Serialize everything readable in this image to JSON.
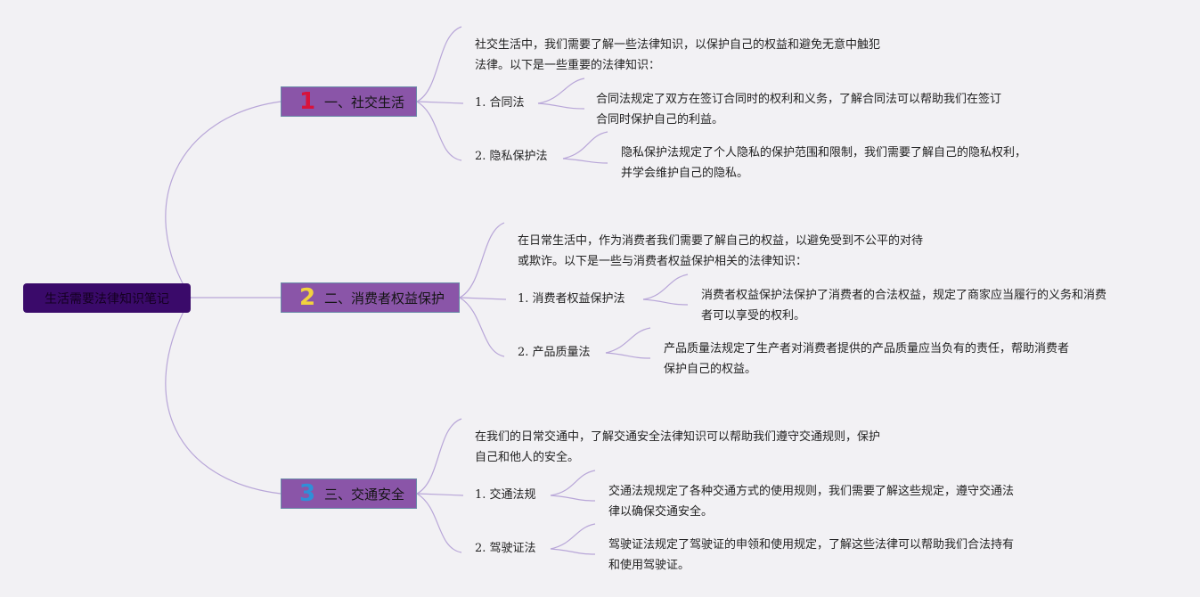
{
  "root": {
    "title": "生活需要法律知识笔记"
  },
  "colors": {
    "root_bg": "#3a0a6a",
    "section_bg": "#8a55a8",
    "line": "#b8a6d8",
    "num1": "#d8133c",
    "num2": "#f2d23e",
    "num3": "#2f8fd8"
  },
  "sections": [
    {
      "number": "1",
      "title": "一、社交生活",
      "intro": [
        "社交生活中，我们需要了解一些法律知识，以保护自己的权益和避免无意中触犯",
        "法律。以下是一些重要的法律知识："
      ],
      "items": [
        {
          "label": "1. 合同法",
          "desc": [
            "合同法规定了双方在签订合同时的权利和义务，了解合同法可以帮助我们在签订",
            "合同时保护自己的利益。"
          ]
        },
        {
          "label": "2. 隐私保护法",
          "desc": [
            "隐私保护法规定了个人隐私的保护范围和限制，我们需要了解自己的隐私权利，",
            "并学会维护自己的隐私。"
          ]
        }
      ]
    },
    {
      "number": "2",
      "title": "二、消费者权益保护",
      "intro": [
        "在日常生活中，作为消费者我们需要了解自己的权益，以避免受到不公平的对待",
        "或欺诈。以下是一些与消费者权益保护相关的法律知识："
      ],
      "items": [
        {
          "label": "1. 消费者权益保护法",
          "desc": [
            "消费者权益保护法保护了消费者的合法权益，规定了商家应当履行的义务和消费",
            "者可以享受的权利。"
          ]
        },
        {
          "label": "2. 产品质量法",
          "desc": [
            "产品质量法规定了生产者对消费者提供的产品质量应当负有的责任，帮助消费者",
            "保护自己的权益。"
          ]
        }
      ]
    },
    {
      "number": "3",
      "title": "三、交通安全",
      "intro": [
        "在我们的日常交通中，了解交通安全法律知识可以帮助我们遵守交通规则，保护",
        "自己和他人的安全。"
      ],
      "items": [
        {
          "label": "1. 交通法规",
          "desc": [
            "交通法规规定了各种交通方式的使用规则，我们需要了解这些规定，遵守交通法",
            "律以确保交通安全。"
          ]
        },
        {
          "label": "2. 驾驶证法",
          "desc": [
            "驾驶证法规定了驾驶证的申领和使用规定，了解这些法律可以帮助我们合法持有",
            "和使用驾驶证。"
          ]
        }
      ]
    }
  ]
}
